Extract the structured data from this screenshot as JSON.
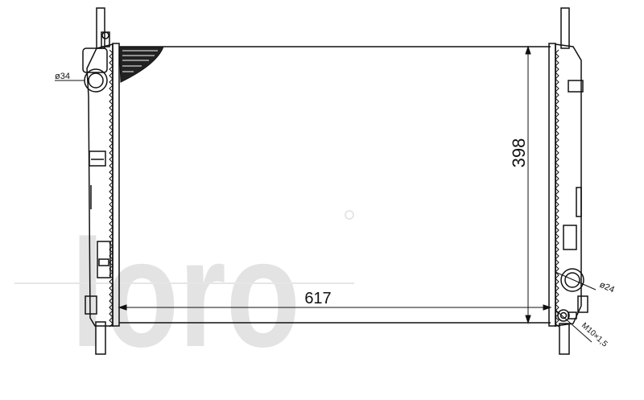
{
  "diagram": {
    "watermark": "loro",
    "dimensions": {
      "width": "617",
      "height": "398",
      "inlet_diameter": "ø34",
      "outlet_diameter": "ø24",
      "drain_thread": "M10×1,5"
    },
    "colors": {
      "line": "#111111",
      "watermark": "#dcdcdc",
      "background": "#ffffff"
    }
  }
}
